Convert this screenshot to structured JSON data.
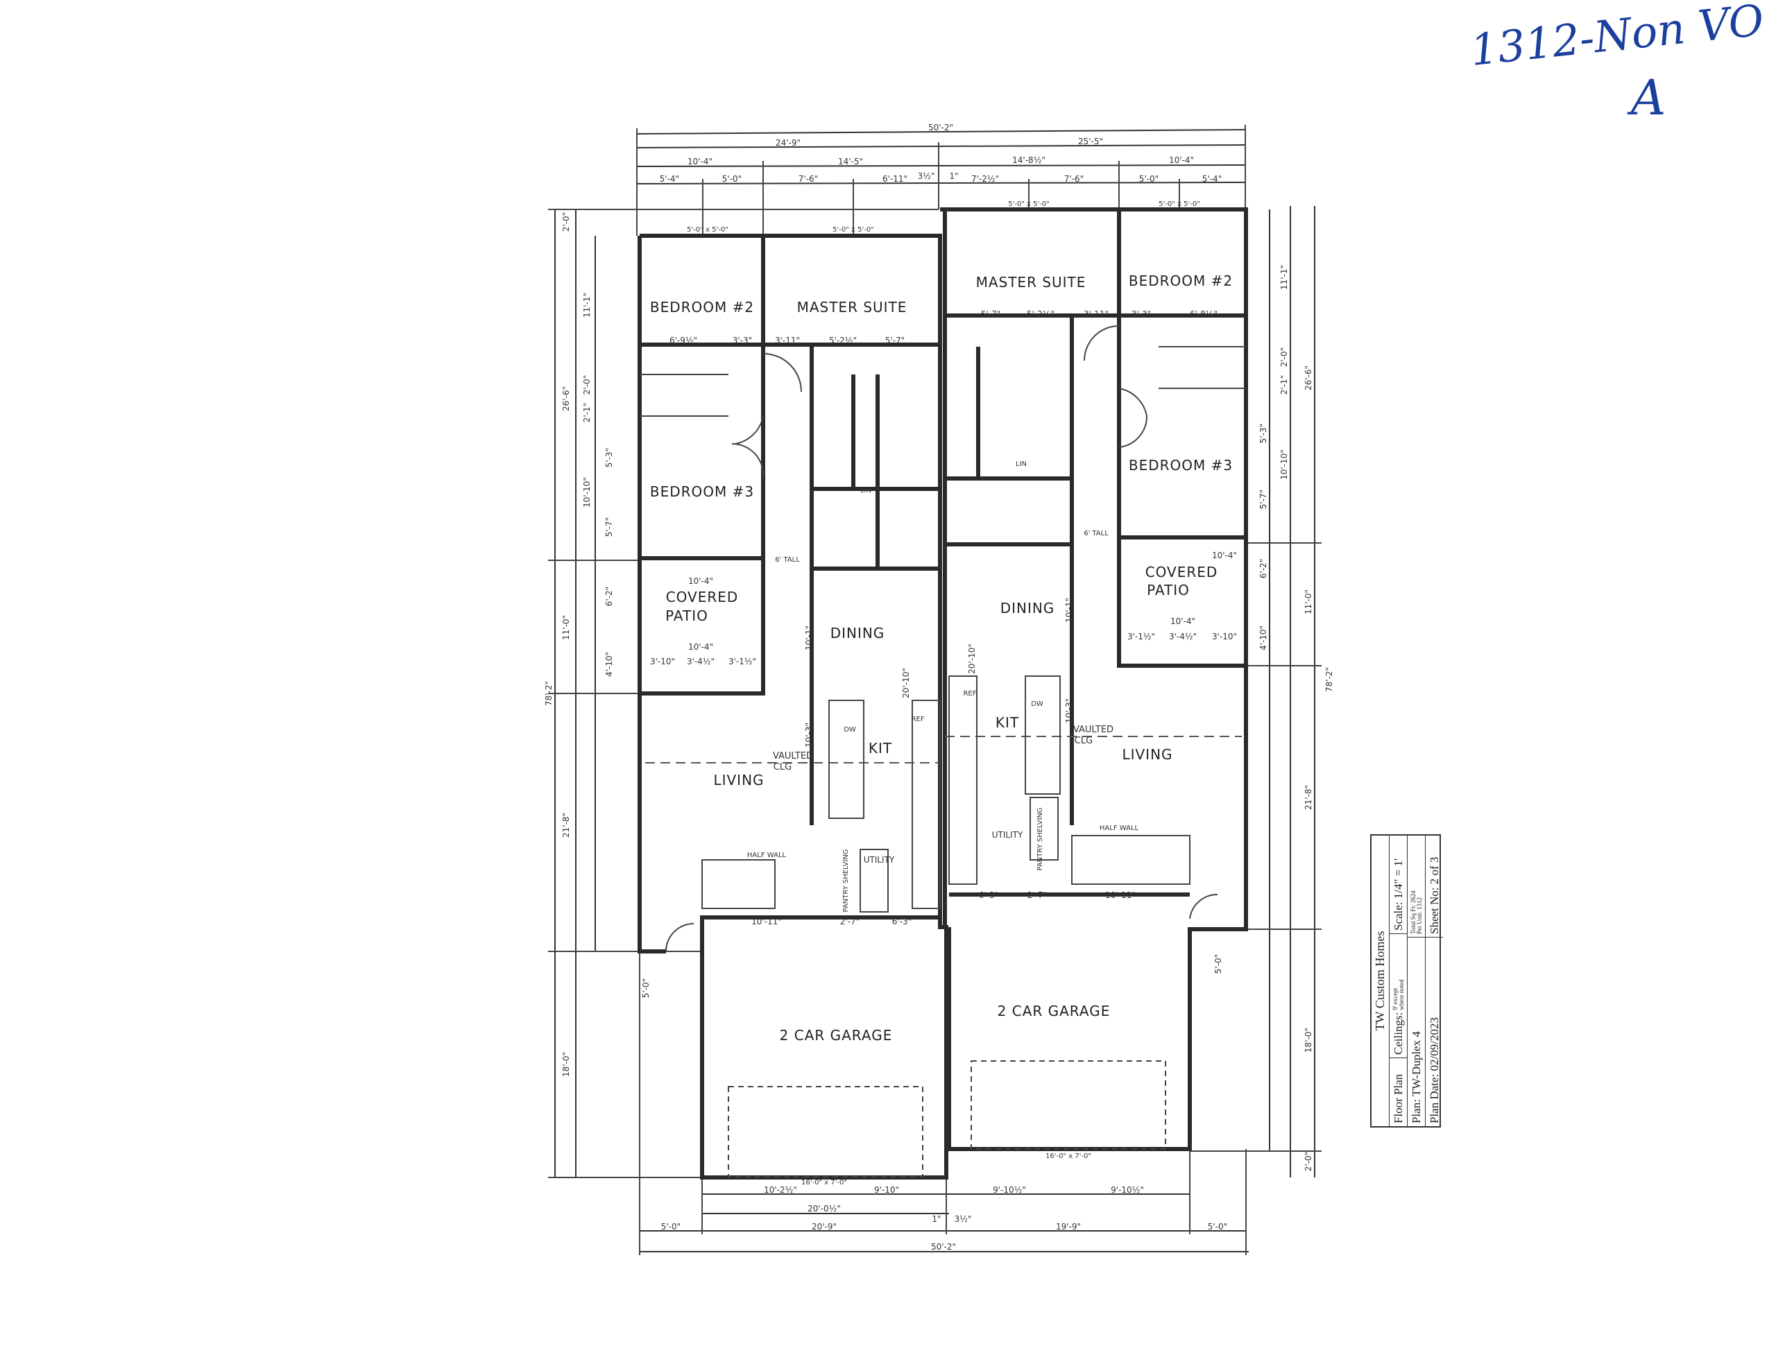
{
  "handwritten_note": {
    "line1": "1312-Non VO",
    "line2": "A",
    "color": "#1b3f9c"
  },
  "left_unit": {
    "rooms": {
      "bedroom2": "BEDROOM #2",
      "master": "MASTER SUITE",
      "bedroom3": "BEDROOM #3",
      "patio1": "COVERED",
      "patio2": "PATIO",
      "dining": "DINING",
      "kit": "KIT",
      "living": "LIVING",
      "vaulted1": "VAULTED",
      "vaulted2": "CLG",
      "utility": "UTILITY",
      "garage": "2 CAR GARAGE",
      "half_wall": "HALF WALL",
      "pantry": "PANTRY SHELVING",
      "lin": "LIN",
      "ref": "REF",
      "dw": "DW",
      "tall": "6' TALL"
    }
  },
  "right_unit": {
    "rooms": {
      "master": "MASTER SUITE",
      "bedroom2": "BEDROOM #2",
      "bedroom3": "BEDROOM #3",
      "patio1": "COVERED",
      "patio2": "PATIO",
      "dining": "DINING",
      "kit": "KIT",
      "living": "LIVING",
      "vaulted1": "VAULTED",
      "vaulted2": "CLG",
      "utility": "UTILITY",
      "garage": "2 CAR GARAGE",
      "half_wall": "HALF WALL",
      "pantry": "PANTRY SHELVING",
      "lin": "LIN",
      "ref": "REF",
      "dw": "DW",
      "tall": "6' TALL"
    }
  },
  "dimensions": {
    "top": {
      "overall": "50'-2\"",
      "left_half": "24'-9\"",
      "right_half": "25'-5\"",
      "row3": [
        "10'-4\"",
        "14'-5\"",
        "14'-8½\"",
        "10'-4\""
      ],
      "row4": [
        "5'-4\"",
        "5'-0\"",
        "7'-6\"",
        "6'-11\"",
        "3½\"",
        "1\"",
        "7'-2½\"",
        "7'-6\"",
        "5'-0\"",
        "5'-4\""
      ],
      "windows": [
        "5'-0\" x 5'-0\"",
        "5'-0\" x 5'-0\"",
        "5'-0\" x 5'-0\"",
        "5'-0\" x 5'-0\""
      ]
    },
    "bottom": {
      "row1": [
        "10'-2½\"",
        "9'-10\"",
        "9'-10½\"",
        "9'-10½\""
      ],
      "row2": "20'-0½\"",
      "row3": [
        "5'-0\"",
        "20'-9\"",
        "1\"",
        "3½\"",
        "19'-9\"",
        "5'-0\""
      ],
      "overall": "50'-2\"",
      "garage_doors": [
        "16'-0\" x 7'-0\"",
        "16'-0\" x 7'-0\""
      ]
    },
    "left_side": [
      "2'-0\"",
      "26'-6\"",
      "11'-0\"",
      "21'-8\"",
      "18'-0\"",
      "78'-2\"",
      "11'-1\"",
      "2'-1\"",
      "2'-0\"",
      "5'-3\"",
      "10'-10\"",
      "5'-7\"",
      "6'-2\"",
      "4'-10\"",
      "5'-0\""
    ],
    "right_side": [
      "26'-6\"",
      "11'-0\"",
      "21'-8\"",
      "18'-0\"",
      "78'-2\"",
      "2'-0\"",
      "11'-1\"",
      "2'-0\"",
      "2'-1\"",
      "5'-3\"",
      "10'-10\"",
      "5'-7\"",
      "6'-2\"",
      "4'-10\"",
      "5'-0\""
    ],
    "interior_left": [
      "6'-9½\"",
      "3'-3\"",
      "3'-11\"",
      "5'-2½\"",
      "5'-7\"",
      "10'-4\"",
      "10'-4\"",
      "3'-10\"",
      "3'-4½\"",
      "3'-1½\"",
      "10'-11\"",
      "2'-7\"",
      "6'-3\"",
      "10'-1\"",
      "20'-10\"",
      "10'-3\""
    ],
    "interior_right": [
      "5'-7\"",
      "5'-2½\"",
      "3'-11\"",
      "3'-3\"",
      "6'-8½\"",
      "10'-4\"",
      "10'-4\"",
      "3'-1½\"",
      "3'-4½\"",
      "3'-10\"",
      "10'-11\"",
      "2'-7\"",
      "6'-3\"",
      "10'-1\"",
      "20'-10\"",
      "10'-3\""
    ]
  },
  "title_block": {
    "company": "TW Custom Homes",
    "type": "Floor Plan",
    "ceilings_label": "Ceilings:",
    "ceilings_note1": "9' except",
    "ceilings_note2": "where noted",
    "scale": "Scale: 1/4\" = 1'",
    "plan": "Plan: TW-Duplex 4",
    "total_sqft": "Total Sq Ft: 2624",
    "per_unit": "Per Unit: 1312",
    "date": "Plan Date: 02/09/2023",
    "sheet": "Sheet No: 2 of 3"
  }
}
